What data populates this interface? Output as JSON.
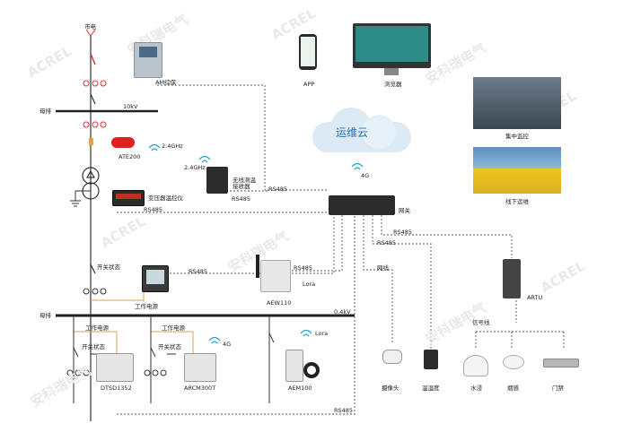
{
  "watermark": {
    "latin": "ACREL",
    "cn": "安科瑞电气"
  },
  "labels": {
    "mains": "市电",
    "busbar_top": "母排",
    "busbar_bottom": "母排",
    "v10k": "10kV",
    "v04k": "0.4kV",
    "ate200": "ATE200",
    "f24a": "2.4GHz",
    "f24b": "2.4GHz",
    "wireless_recv": "无线测温\n接收器",
    "transformer_ctrl": "变压器温控仪",
    "am_protection": "AM综保",
    "app": "APP",
    "browser": "浏览器",
    "cloud": "运维云",
    "central_monitor": "集中监控",
    "offline_ops": "线下运维",
    "gateway": "网关",
    "g4_top": "4G",
    "rs485_a": "RS485",
    "rs485_b": "RS485",
    "rs485_c": "RS485",
    "rs485_d": "RS485",
    "rs485_e": "RS485",
    "rs485_f": "RS485",
    "rs485_g": "RS485",
    "rs485_h": "RS485",
    "network_cable": "网线",
    "switch_state_top": "开关状态",
    "work_power_mid": "工作电源",
    "aew110": "AEW110",
    "lora_a": "Lora",
    "lora_b": "Lora",
    "artu": "ARTU",
    "signal_line": "信号线",
    "work_power_1": "工作电源",
    "switch_state_1": "开关状态",
    "work_power_2": "工作电源",
    "switch_state_2": "开关状态",
    "g4_bottom": "4G",
    "dtsd1352": "DTSD1352",
    "arcm300t": "ARCM300T",
    "aem100": "AEM100",
    "camera": "摄像头",
    "temp_hum": "温湿度",
    "water": "水浸",
    "smoke": "烟感",
    "door": "门禁"
  }
}
